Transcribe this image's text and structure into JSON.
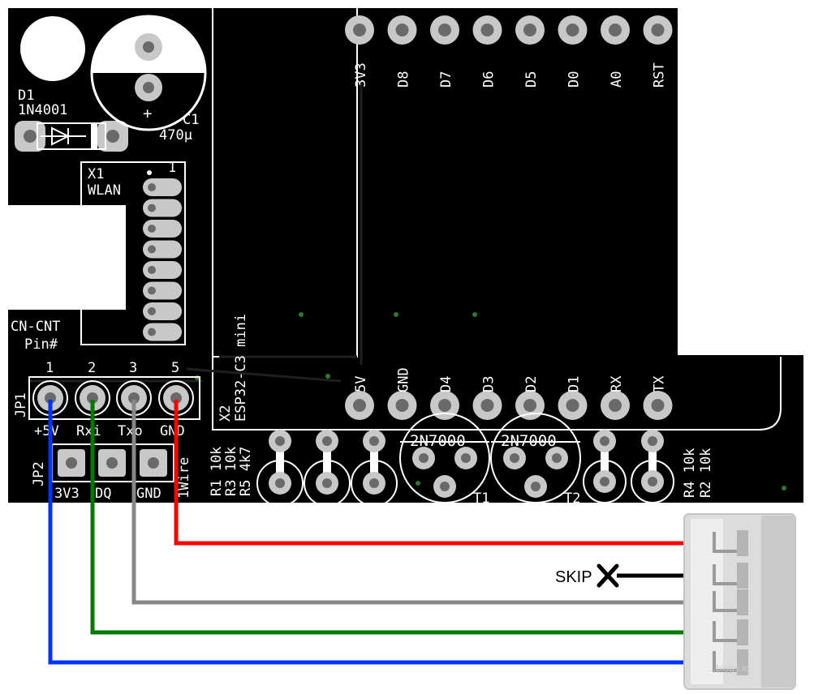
{
  "board": {
    "d1": {
      "ref": "D1",
      "value": "1N4001"
    },
    "c1": {
      "ref": "C1",
      "value": "470µ",
      "plus": "+"
    },
    "x1": {
      "ref": "X1",
      "value": "WLAN",
      "pin1": "1"
    },
    "cn": {
      "line1": "CN-CNT",
      "line2": "Pin#"
    },
    "x2": {
      "ref": "X2",
      "value": "ESP32-C3 mini"
    },
    "esp_top_pins": [
      "3V3",
      "D8",
      "D7",
      "D6",
      "D5",
      "D0",
      "A0",
      "RST"
    ],
    "esp_bottom_pins": [
      "5V",
      "GND",
      "D4",
      "D3",
      "D2",
      "D1",
      "RX",
      "TX"
    ],
    "jp1": {
      "ref": "JP1",
      "pin_numbers": [
        "1",
        "2",
        "3",
        "5"
      ],
      "labels": [
        "+5V",
        "Rxi",
        "Txo",
        "GND"
      ]
    },
    "jp2": {
      "ref": "JP2",
      "labels": [
        "3V3",
        "DQ",
        "GND"
      ],
      "onewire": "1Wire"
    },
    "resistors_left": {
      "refs": [
        "R1",
        "R3",
        "R5"
      ],
      "values": [
        "10k",
        "10k",
        "4k7"
      ]
    },
    "resistors_right": {
      "refs": [
        "R4",
        "R2"
      ],
      "values": [
        "10k",
        "10k"
      ]
    },
    "transistors": [
      {
        "type": "2N7000",
        "ref": "T1"
      },
      {
        "type": "2N7000",
        "ref": "T2"
      }
    ]
  },
  "wiring": {
    "skip_label": "SKIP",
    "colors": {
      "red": "#ff0000",
      "black": "#000000",
      "gray": "#888888",
      "green": "#007a00",
      "blue": "#0033ff"
    }
  },
  "watermark": "...blogs.io"
}
